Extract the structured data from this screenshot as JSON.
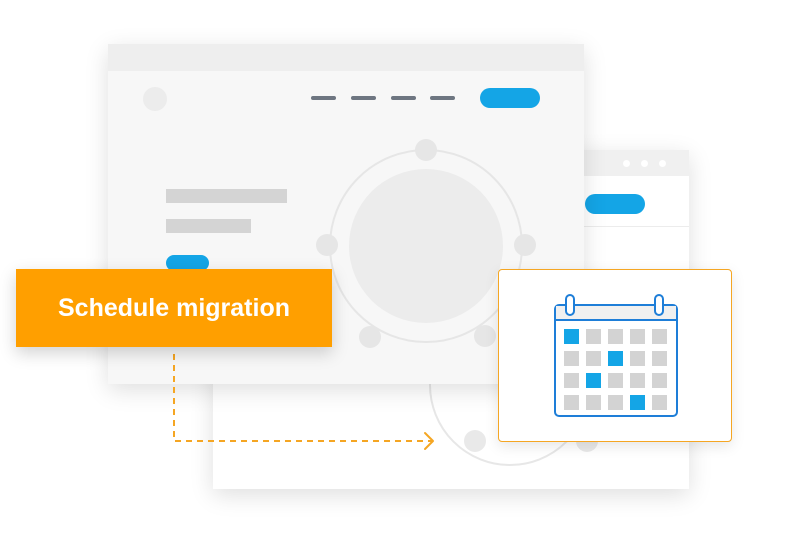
{
  "cta": {
    "label": "Schedule migration"
  },
  "colors": {
    "accent": "#ff9f00",
    "primary": "#14a5e6",
    "calendar_outline": "#1e7ed8",
    "card_border": "#f5a623"
  },
  "icons": {
    "calendar": "calendar-icon",
    "arrow": "dashed-arrow-icon"
  },
  "calendar": {
    "highlighted_cells": [
      {
        "row": 1,
        "col": 1
      },
      {
        "row": 2,
        "col": 3
      },
      {
        "row": 3,
        "col": 2
      },
      {
        "row": 4,
        "col": 4
      }
    ]
  }
}
